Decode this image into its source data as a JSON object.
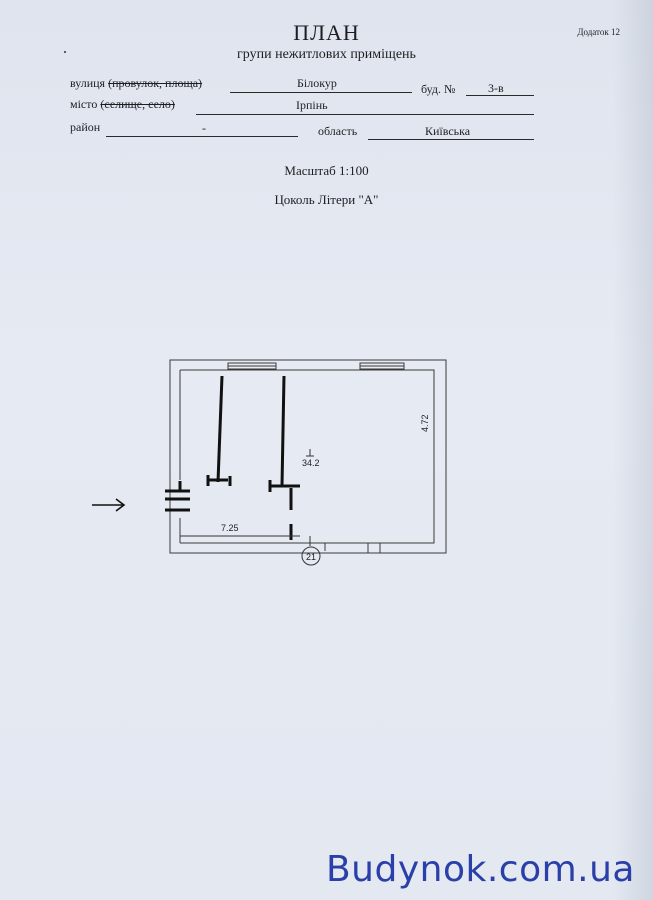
{
  "header": {
    "title": "ПЛАН",
    "subtitle": "групи нежитлових приміщень",
    "annex": "Додаток 12"
  },
  "address": {
    "street_label_plain": "вулиця",
    "street_label_struck": "(провулок, площа)",
    "street_value": "Білокур",
    "building_label": "буд. №",
    "building_value": "3-в",
    "city_label_plain": "місто",
    "city_label_struck": "(селище, село)",
    "city_value": "Ірпінь",
    "district_label": "район",
    "district_value": "-",
    "region_label": "область",
    "region_value": "Київська"
  },
  "plan": {
    "scale": "Масштаб 1:100",
    "level": "Цоколь Літери \"А\"",
    "area_label": "34.2",
    "width_label": "7.25",
    "height_label": "4.72",
    "room_number": "21"
  },
  "watermark": "Budynok.com.ua"
}
